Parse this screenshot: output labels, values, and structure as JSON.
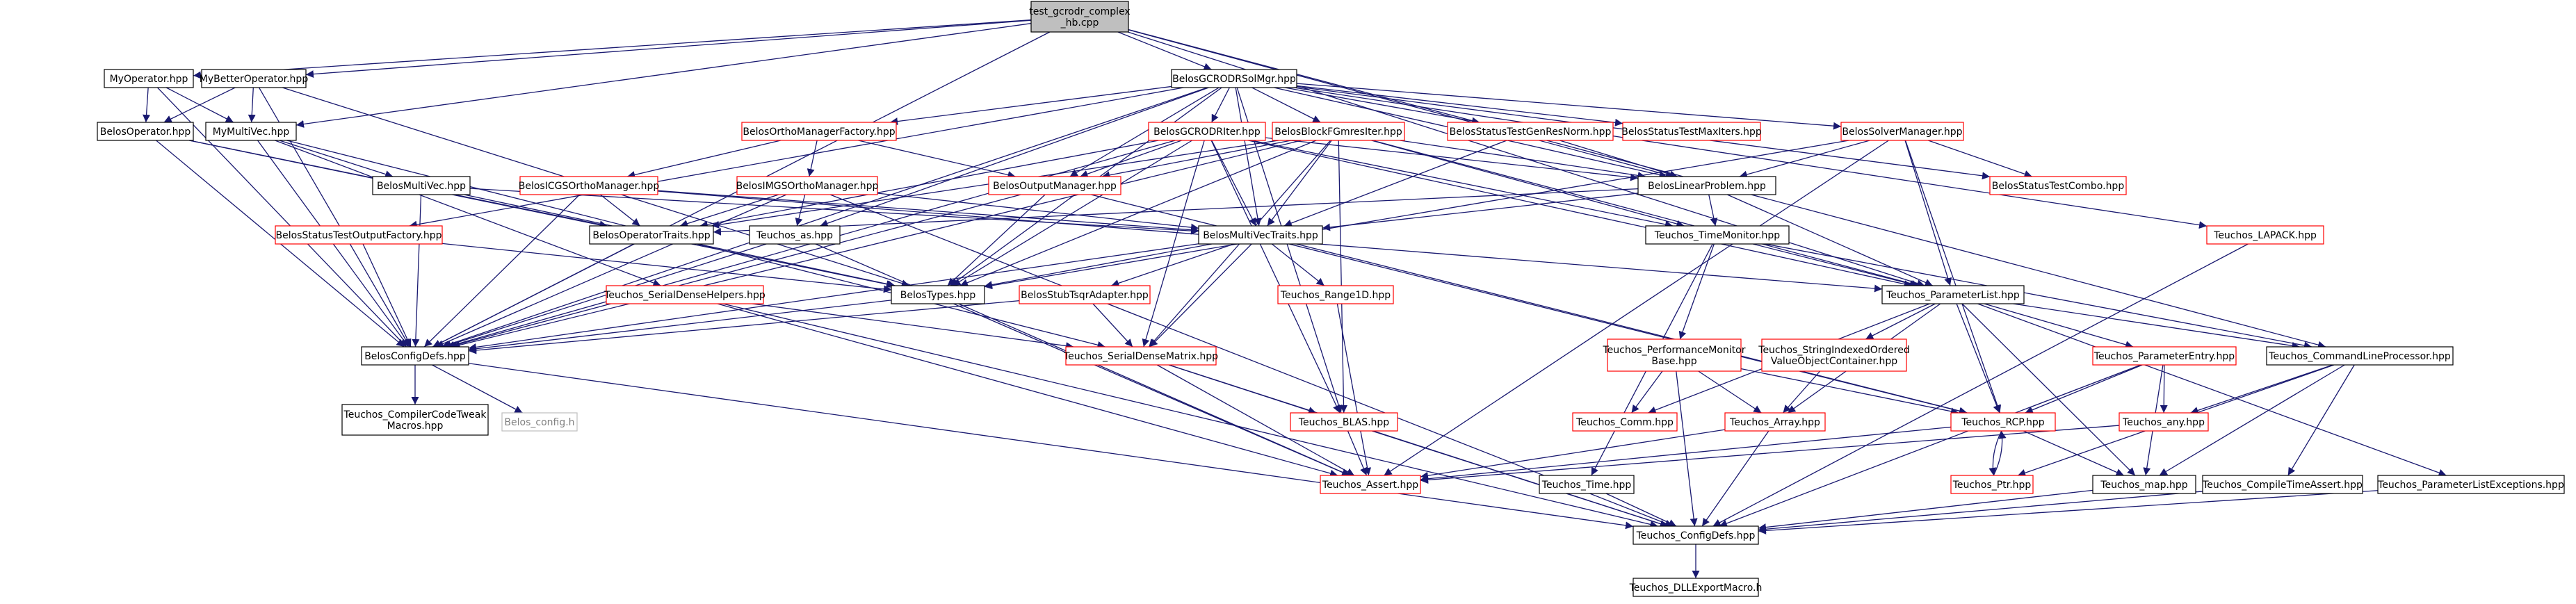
{
  "graph": {
    "colors": {
      "background": "#ffffff",
      "edge": "#191970",
      "node_border_black": "#000000",
      "node_border_red": "#ff0000",
      "node_border_grey": "#bfbfbf",
      "root_fill": "#bfbfbf",
      "text_black": "#000000",
      "text_grey": "#7f7f7f"
    },
    "nodes": [
      {
        "id": "root",
        "lines": [
          "test_gcrodr_complex",
          "_hb.cpp"
        ],
        "style": "root"
      },
      {
        "id": "myop",
        "lines": [
          "MyOperator.hpp"
        ],
        "style": "black"
      },
      {
        "id": "mybop",
        "lines": [
          "MyBetterOperator.hpp"
        ],
        "style": "black"
      },
      {
        "id": "gcrodrsolmgr",
        "lines": [
          "BelosGCRODRSolMgr.hpp"
        ],
        "style": "black"
      },
      {
        "id": "belosop",
        "lines": [
          "BelosOperator.hpp"
        ],
        "style": "black"
      },
      {
        "id": "mymultivec",
        "lines": [
          "MyMultiVec.hpp"
        ],
        "style": "black"
      },
      {
        "id": "orthofactory",
        "lines": [
          "BelosOrthoManagerFactory.hpp"
        ],
        "style": "red"
      },
      {
        "id": "gcrodriter",
        "lines": [
          "BelosGCRODRIter.hpp"
        ],
        "style": "red"
      },
      {
        "id": "blockfgmres",
        "lines": [
          "BelosBlockFGmresIter.hpp"
        ],
        "style": "red"
      },
      {
        "id": "stgenresnorm",
        "lines": [
          "BelosStatusTestGenResNorm.hpp"
        ],
        "style": "red"
      },
      {
        "id": "stmaxiters",
        "lines": [
          "BelosStatusTestMaxIters.hpp"
        ],
        "style": "red"
      },
      {
        "id": "solvermgr",
        "lines": [
          "BelosSolverManager.hpp"
        ],
        "style": "red"
      },
      {
        "id": "belosmultivec",
        "lines": [
          "BelosMultiVec.hpp"
        ],
        "style": "black"
      },
      {
        "id": "icgs",
        "lines": [
          "BelosICGSOrthoManager.hpp"
        ],
        "style": "red"
      },
      {
        "id": "imgs",
        "lines": [
          "BelosIMGSOrthoManager.hpp"
        ],
        "style": "red"
      },
      {
        "id": "outputmgr",
        "lines": [
          "BelosOutputManager.hpp"
        ],
        "style": "red"
      },
      {
        "id": "linearproblem",
        "lines": [
          "BelosLinearProblem.hpp"
        ],
        "style": "black"
      },
      {
        "id": "stcombo",
        "lines": [
          "BelosStatusTestCombo.hpp"
        ],
        "style": "red"
      },
      {
        "id": "lapack",
        "lines": [
          "Teuchos_LAPACK.hpp"
        ],
        "style": "red"
      },
      {
        "id": "stoutputfactory",
        "lines": [
          "BelosStatusTestOutputFactory.hpp"
        ],
        "style": "red"
      },
      {
        "id": "optraits",
        "lines": [
          "BelosOperatorTraits.hpp"
        ],
        "style": "black"
      },
      {
        "id": "as",
        "lines": [
          "Teuchos_as.hpp"
        ],
        "style": "black"
      },
      {
        "id": "mvtraits",
        "lines": [
          "BelosMultiVecTraits.hpp"
        ],
        "style": "black"
      },
      {
        "id": "timemonitor",
        "lines": [
          "Teuchos_TimeMonitor.hpp"
        ],
        "style": "black"
      },
      {
        "id": "sdhelpers",
        "lines": [
          "Teuchos_SerialDenseHelpers.hpp"
        ],
        "style": "red"
      },
      {
        "id": "belostypes",
        "lines": [
          "BelosTypes.hpp"
        ],
        "style": "black"
      },
      {
        "id": "stubtsqr",
        "lines": [
          "BelosStubTsqrAdapter.hpp"
        ],
        "style": "red"
      },
      {
        "id": "range1d",
        "lines": [
          "Teuchos_Range1D.hpp"
        ],
        "style": "red"
      },
      {
        "id": "paramlist",
        "lines": [
          "Teuchos_ParameterList.hpp"
        ],
        "style": "black"
      },
      {
        "id": "configdefs",
        "lines": [
          "BelosConfigDefs.hpp"
        ],
        "style": "black"
      },
      {
        "id": "sdmatrix",
        "lines": [
          "Teuchos_SerialDenseMatrix.hpp"
        ],
        "style": "red"
      },
      {
        "id": "perfmon",
        "lines": [
          "Teuchos_PerformanceMonitor",
          "Base.hpp"
        ],
        "style": "red"
      },
      {
        "id": "strindexed",
        "lines": [
          "Teuchos_StringIndexedOrdered",
          "ValueObjectContainer.hpp"
        ],
        "style": "red"
      },
      {
        "id": "paramentry",
        "lines": [
          "Teuchos_ParameterEntry.hpp"
        ],
        "style": "red"
      },
      {
        "id": "cmdline",
        "lines": [
          "Teuchos_CommandLineProcessor.hpp"
        ],
        "style": "black"
      },
      {
        "id": "compilertweak",
        "lines": [
          "Teuchos_CompilerCodeTweak",
          "Macros.hpp"
        ],
        "style": "black"
      },
      {
        "id": "belosconfigh",
        "lines": [
          "Belos_config.h"
        ],
        "style": "grey"
      },
      {
        "id": "blas",
        "lines": [
          "Teuchos_BLAS.hpp"
        ],
        "style": "red"
      },
      {
        "id": "comm",
        "lines": [
          "Teuchos_Comm.hpp"
        ],
        "style": "red"
      },
      {
        "id": "array",
        "lines": [
          "Teuchos_Array.hpp"
        ],
        "style": "red"
      },
      {
        "id": "rcp",
        "lines": [
          "Teuchos_RCP.hpp"
        ],
        "style": "red"
      },
      {
        "id": "any",
        "lines": [
          "Teuchos_any.hpp"
        ],
        "style": "red"
      },
      {
        "id": "assert",
        "lines": [
          "Teuchos_Assert.hpp"
        ],
        "style": "red"
      },
      {
        "id": "time",
        "lines": [
          "Teuchos_Time.hpp"
        ],
        "style": "black"
      },
      {
        "id": "ptr",
        "lines": [
          "Teuchos_Ptr.hpp"
        ],
        "style": "red"
      },
      {
        "id": "map",
        "lines": [
          "Teuchos_map.hpp"
        ],
        "style": "black"
      },
      {
        "id": "compiletime",
        "lines": [
          "Teuchos_CompileTimeAssert.hpp"
        ],
        "style": "black"
      },
      {
        "id": "plexceptions",
        "lines": [
          "Teuchos_ParameterListExceptions.hpp"
        ],
        "style": "black"
      },
      {
        "id": "tconfigdefs",
        "lines": [
          "Teuchos_ConfigDefs.hpp"
        ],
        "style": "black"
      },
      {
        "id": "dllexport",
        "lines": [
          "Teuchos_DLLExportMacro.h"
        ],
        "style": "black"
      }
    ],
    "edges": [
      [
        "root",
        "myop"
      ],
      [
        "root",
        "mybop"
      ],
      [
        "root",
        "gcrodrsolmgr"
      ],
      [
        "root",
        "mymultivec"
      ],
      [
        "root",
        "configdefs"
      ],
      [
        "root",
        "linearproblem"
      ],
      [
        "root",
        "paramlist"
      ],
      [
        "root",
        "cmdline"
      ],
      [
        "myop",
        "belosop"
      ],
      [
        "myop",
        "mymultivec"
      ],
      [
        "myop",
        "configdefs"
      ],
      [
        "mybop",
        "belosop"
      ],
      [
        "mybop",
        "mymultivec"
      ],
      [
        "mybop",
        "configdefs"
      ],
      [
        "mybop",
        "belostypes"
      ],
      [
        "belosop",
        "optraits"
      ],
      [
        "belosop",
        "configdefs"
      ],
      [
        "belosop",
        "belostypes"
      ],
      [
        "mymultivec",
        "belosmultivec"
      ],
      [
        "mymultivec",
        "configdefs"
      ],
      [
        "mymultivec",
        "sdhelpers"
      ],
      [
        "mymultivec",
        "sdmatrix"
      ],
      [
        "belosmultivec",
        "mvtraits"
      ],
      [
        "belosmultivec",
        "configdefs"
      ],
      [
        "belosmultivec",
        "belostypes"
      ],
      [
        "gcrodrsolmgr",
        "orthofactory"
      ],
      [
        "gcrodrsolmgr",
        "gcrodriter"
      ],
      [
        "gcrodrsolmgr",
        "blockfgmres"
      ],
      [
        "gcrodrsolmgr",
        "stgenresnorm"
      ],
      [
        "gcrodrsolmgr",
        "stmaxiters"
      ],
      [
        "gcrodrsolmgr",
        "solvermgr"
      ],
      [
        "gcrodrsolmgr",
        "stcombo"
      ],
      [
        "gcrodrsolmgr",
        "lapack"
      ],
      [
        "gcrodrsolmgr",
        "stoutputfactory"
      ],
      [
        "gcrodrsolmgr",
        "outputmgr"
      ],
      [
        "gcrodrsolmgr",
        "linearproblem"
      ],
      [
        "gcrodrsolmgr",
        "as"
      ],
      [
        "gcrodrsolmgr",
        "belostypes"
      ],
      [
        "gcrodrsolmgr",
        "configdefs"
      ],
      [
        "gcrodrsolmgr",
        "blas"
      ],
      [
        "gcrodrsolmgr",
        "mvtraits"
      ],
      [
        "orthofactory",
        "icgs"
      ],
      [
        "orthofactory",
        "imgs"
      ],
      [
        "orthofactory",
        "outputmgr"
      ],
      [
        "gcrodriter",
        "outputmgr"
      ],
      [
        "gcrodriter",
        "linearproblem"
      ],
      [
        "gcrodriter",
        "optraits"
      ],
      [
        "gcrodriter",
        "mvtraits"
      ],
      [
        "gcrodriter",
        "belostypes"
      ],
      [
        "gcrodriter",
        "configdefs"
      ],
      [
        "gcrodriter",
        "sdmatrix"
      ],
      [
        "gcrodriter",
        "blas"
      ],
      [
        "gcrodriter",
        "paramlist"
      ],
      [
        "gcrodriter",
        "timemonitor"
      ],
      [
        "blockfgmres",
        "outputmgr"
      ],
      [
        "blockfgmres",
        "linearproblem"
      ],
      [
        "blockfgmres",
        "optraits"
      ],
      [
        "blockfgmres",
        "mvtraits"
      ],
      [
        "blockfgmres",
        "belostypes"
      ],
      [
        "blockfgmres",
        "configdefs"
      ],
      [
        "blockfgmres",
        "sdmatrix"
      ],
      [
        "blockfgmres",
        "blas"
      ],
      [
        "blockfgmres",
        "paramlist"
      ],
      [
        "blockfgmres",
        "timemonitor"
      ],
      [
        "stgenresnorm",
        "linearproblem"
      ],
      [
        "stgenresnorm",
        "mvtraits"
      ],
      [
        "solvermgr",
        "linearproblem"
      ],
      [
        "solvermgr",
        "stcombo"
      ],
      [
        "solvermgr",
        "paramlist"
      ],
      [
        "solvermgr",
        "rcp"
      ],
      [
        "solvermgr",
        "belostypes"
      ],
      [
        "solvermgr",
        "assert"
      ],
      [
        "icgs",
        "optraits"
      ],
      [
        "icgs",
        "mvtraits"
      ],
      [
        "icgs",
        "configdefs"
      ],
      [
        "icgs",
        "paramlist"
      ],
      [
        "imgs",
        "optraits"
      ],
      [
        "imgs",
        "mvtraits"
      ],
      [
        "imgs",
        "as"
      ],
      [
        "imgs",
        "configdefs"
      ],
      [
        "imgs",
        "tconfigdefs"
      ],
      [
        "outputmgr",
        "belostypes"
      ],
      [
        "outputmgr",
        "configdefs"
      ],
      [
        "outputmgr",
        "rcp"
      ],
      [
        "linearproblem",
        "mvtraits"
      ],
      [
        "linearproblem",
        "optraits"
      ],
      [
        "linearproblem",
        "timemonitor"
      ],
      [
        "linearproblem",
        "paramlist"
      ],
      [
        "lapack",
        "tconfigdefs"
      ],
      [
        "stoutputfactory",
        "configdefs"
      ],
      [
        "stoutputfactory",
        "belostypes"
      ],
      [
        "optraits",
        "configdefs"
      ],
      [
        "as",
        "assert"
      ],
      [
        "as",
        "configdefs"
      ],
      [
        "mvtraits",
        "belostypes"
      ],
      [
        "mvtraits",
        "stubtsqr"
      ],
      [
        "mvtraits",
        "range1d"
      ],
      [
        "mvtraits",
        "sdmatrix"
      ],
      [
        "mvtraits",
        "rcp"
      ],
      [
        "mvtraits",
        "configdefs"
      ],
      [
        "timemonitor",
        "perfmon"
      ],
      [
        "timemonitor",
        "time"
      ],
      [
        "timemonitor",
        "paramlist"
      ],
      [
        "timemonitor",
        "cmdline"
      ],
      [
        "sdhelpers",
        "sdmatrix"
      ],
      [
        "sdhelpers",
        "assert"
      ],
      [
        "sdhelpers",
        "tconfigdefs"
      ],
      [
        "belostypes",
        "configdefs"
      ],
      [
        "belostypes",
        "assert"
      ],
      [
        "stubtsqr",
        "sdmatrix"
      ],
      [
        "stubtsqr",
        "configdefs"
      ],
      [
        "range1d",
        "assert"
      ],
      [
        "paramlist",
        "strindexed"
      ],
      [
        "paramlist",
        "paramentry"
      ],
      [
        "paramlist",
        "cmdline"
      ],
      [
        "paramlist",
        "plexceptions"
      ],
      [
        "paramlist",
        "rcp"
      ],
      [
        "paramlist",
        "array"
      ],
      [
        "paramlist",
        "map"
      ],
      [
        "paramlist",
        "comm"
      ],
      [
        "configdefs",
        "compilertweak"
      ],
      [
        "configdefs",
        "belosconfigh"
      ],
      [
        "configdefs",
        "tconfigdefs"
      ],
      [
        "sdmatrix",
        "blas"
      ],
      [
        "sdmatrix",
        "assert"
      ],
      [
        "sdmatrix",
        "tconfigdefs"
      ],
      [
        "perfmon",
        "comm"
      ],
      [
        "perfmon",
        "array"
      ],
      [
        "perfmon",
        "tconfigdefs"
      ],
      [
        "perfmon",
        "rcp"
      ],
      [
        "strindexed",
        "array"
      ],
      [
        "paramentry",
        "rcp"
      ],
      [
        "paramentry",
        "any"
      ],
      [
        "paramentry",
        "map"
      ],
      [
        "paramentry",
        "tconfigdefs"
      ],
      [
        "cmdline",
        "any"
      ],
      [
        "cmdline",
        "map"
      ],
      [
        "cmdline",
        "compiletime"
      ],
      [
        "cmdline",
        "ptr"
      ],
      [
        "blas",
        "assert"
      ],
      [
        "blas",
        "tconfigdefs"
      ],
      [
        "array",
        "assert"
      ],
      [
        "array",
        "tconfigdefs"
      ],
      [
        "rcp",
        "ptr"
      ],
      [
        "rcp",
        "map"
      ],
      [
        "rcp",
        "assert"
      ],
      [
        "ptr",
        "rcp"
      ],
      [
        "any",
        "assert"
      ],
      [
        "map",
        "tconfigdefs"
      ],
      [
        "compiletime",
        "tconfigdefs"
      ],
      [
        "plexceptions",
        "tconfigdefs"
      ],
      [
        "time",
        "tconfigdefs"
      ],
      [
        "tconfigdefs",
        "dllexport"
      ]
    ]
  }
}
